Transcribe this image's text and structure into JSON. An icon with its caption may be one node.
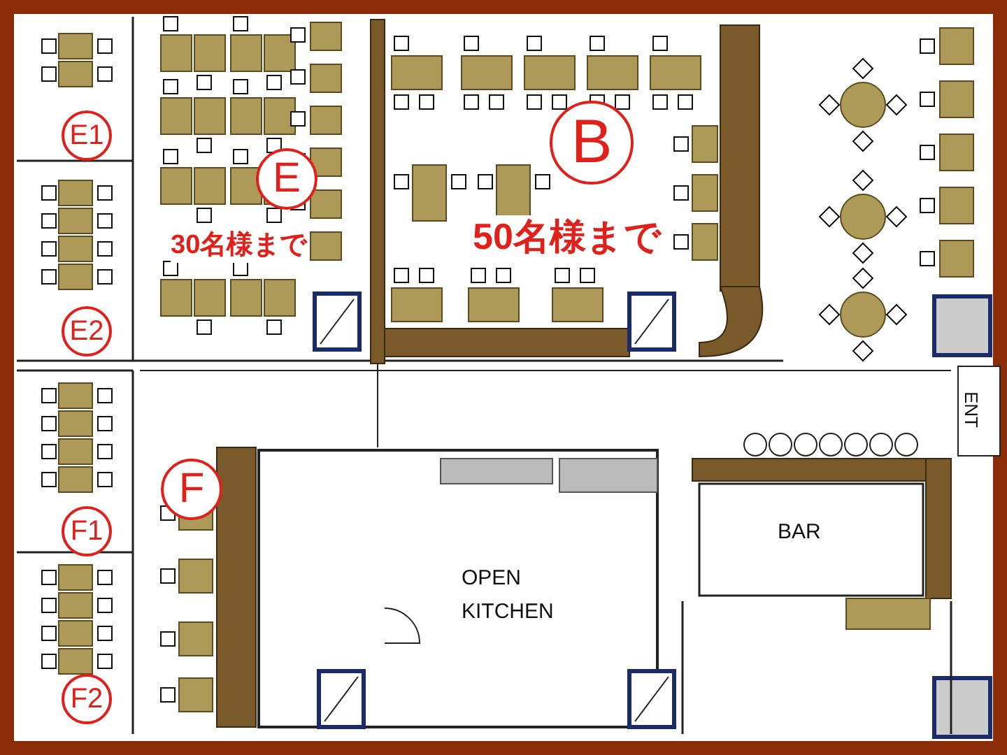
{
  "diagram": {
    "nodes": [
      {
        "text": [
          "E1"
        ]
      },
      {
        "text": [
          "E"
        ]
      },
      {
        "text": [
          "B"
        ]
      },
      {
        "text": [
          "E2"
        ]
      },
      {
        "text": [
          "F"
        ]
      },
      {
        "text": [
          "F1"
        ]
      },
      {
        "text": [
          "F2"
        ]
      }
    ],
    "labels": [
      "30名様まで",
      "50名様まで",
      "ENT",
      "BAR",
      "OPEN KITCHEN"
    ]
  }
}
